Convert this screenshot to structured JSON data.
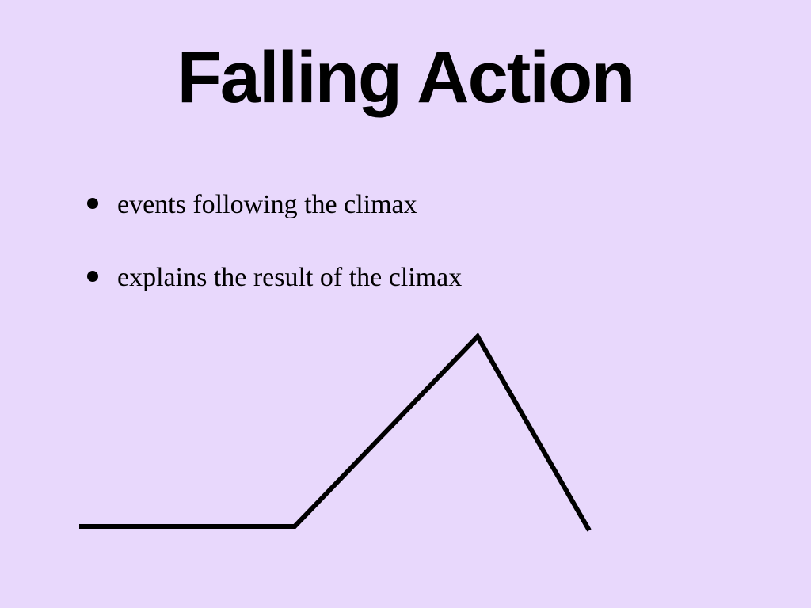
{
  "slide": {
    "background_color": "#e8d8fc",
    "text_color": "#000000",
    "title": "Falling Action",
    "bullets": [
      {
        "text": "events following the climax"
      },
      {
        "text": "explains the result of the climax"
      }
    ],
    "plot_diagram": {
      "shape": "plot-line",
      "line_color": "#000000"
    }
  }
}
